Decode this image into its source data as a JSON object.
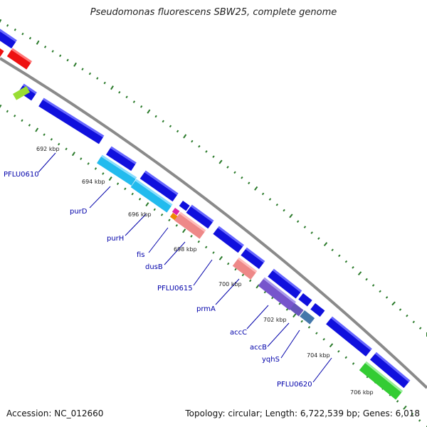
{
  "title": "Pseudomonas fluorescens SBW25, complete genome",
  "accession": "Accession: NC_012660",
  "topology": "Topology: circular; Length: 6,722,539 bp; Genes: 6,018",
  "scale_labels": [
    "692 kbp",
    "694 kbp",
    "696 kbp",
    "698 kbp",
    "700 kbp",
    "702 kbp",
    "704 kbp",
    "706 kbp"
  ],
  "gene_labels": [
    "PFLU0610",
    "purD",
    "purH",
    "fis",
    "dusB",
    "PFLU0615",
    "prmA",
    "accC",
    "accB",
    "yqhS",
    "PFLU0620"
  ],
  "colors": {
    "backbone": "#8a8a8a",
    "tick": "#2a7a2a",
    "gene_blue": "#1010dd",
    "gene_red": "#ee1111",
    "gene_lightblue": "#22bbee",
    "gene_salmon": "#ee8888",
    "gene_purple": "#7755cc",
    "gene_green": "#33cc33",
    "gene_lime": "#99dd33",
    "gene_magenta": "#dd22aa",
    "gene_orange": "#ee8800",
    "gene_steel": "#4477aa",
    "label_text": "#0000aa"
  }
}
